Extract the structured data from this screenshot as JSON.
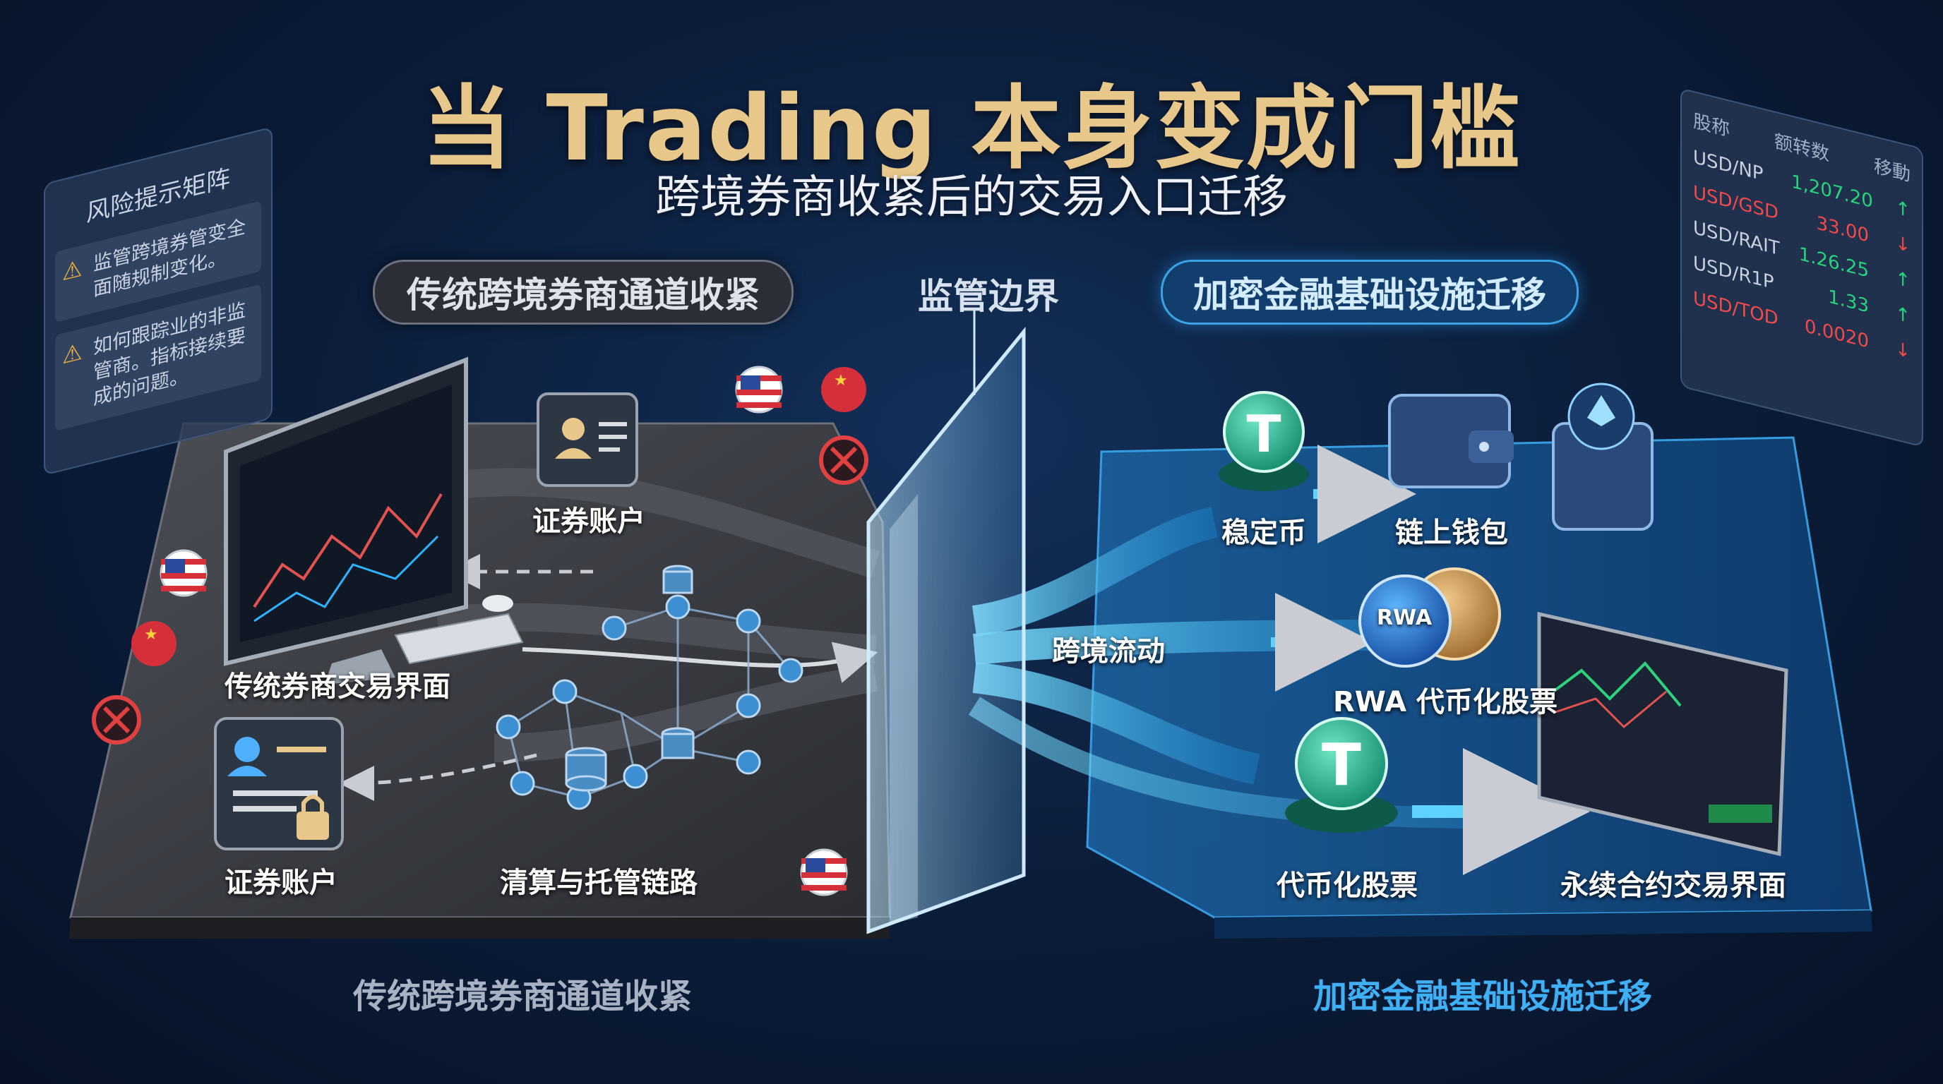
{
  "title": "当 Trading 本身变成门槛",
  "subtitle": "跨境券商收紧后的交易入口迁移",
  "headers": {
    "left_pill": "传统跨境券商通道收紧",
    "boundary": "监管边界",
    "right_pill": "加密金融基础设施迁移"
  },
  "left_labels": {
    "trading_ui": "传统券商交易界面",
    "account_top": "证券账户",
    "account_bottom": "证券账户",
    "clearing": "清算与托管链路"
  },
  "right_labels": {
    "stablecoin": "稳定币",
    "wallet": "链上钱包",
    "flow": "跨境流动",
    "rwa": "RWA 代币化股票",
    "rwa_coin": "RWA",
    "tokenized": "代币化股票",
    "perp": "永续合约交易界面"
  },
  "bottom": {
    "left": "传统跨境券商通道收紧",
    "right": "加密金融基础设施迁移"
  },
  "risk_panel": {
    "title": "风险提示矩阵",
    "items": [
      "监管跨境券管变全面随规制变化。",
      "如何跟踪业的非监管商。指标接续要成的问题。"
    ]
  },
  "ticker_panel": {
    "headers": [
      "股称",
      "额转数",
      "移動"
    ],
    "rows": [
      {
        "name": "USD/NP",
        "value": "1,207.20",
        "dir": "up"
      },
      {
        "name": "USD/GSD",
        "value": "33.00",
        "dir": "down"
      },
      {
        "name": "USD/RAIT",
        "value": "1.26.25",
        "dir": "up"
      },
      {
        "name": "USD/R1P",
        "value": "1.33",
        "dir": "up"
      },
      {
        "name": "USD/TOD",
        "value": "0.0020",
        "dir": "down"
      }
    ]
  },
  "icons": [
    "risk-warning-icon",
    "us-flag-icon",
    "china-flag-icon",
    "blocked-icon",
    "id-card-icon",
    "lock-icon",
    "database-icon",
    "tether-coin-icon",
    "wallet-icon",
    "ethereum-wallet-icon",
    "rwa-coin-icon",
    "arrow-icon"
  ],
  "colors": {
    "title_gold": "#e8c88a",
    "accent_blue": "#3aa3e8",
    "gain_green": "#27d37c",
    "loss_red": "#f14a4a",
    "tether_teal": "#1fae8c"
  }
}
